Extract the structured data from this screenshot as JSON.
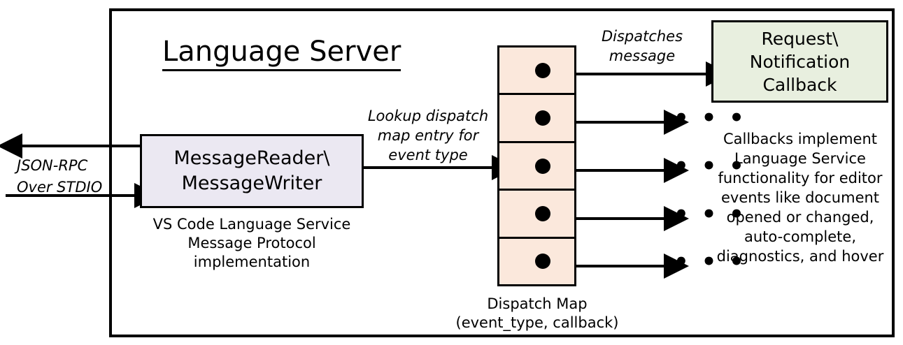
{
  "diagram": {
    "title": "Language Server",
    "frame_label": "language-server-boundary"
  },
  "reader": {
    "line1": "MessageReader\\",
    "line2": "MessageWriter",
    "caption_line1": "VS Code Language Service",
    "caption_line2": "Message Protocol implementation",
    "fill": "#ebe8f2"
  },
  "callback": {
    "line1": "Request\\",
    "line2": "Notification",
    "line3": "Callback",
    "fill": "#e8efdf",
    "caption_line1": "Callbacks implement",
    "caption_line2": "Language Service",
    "caption_line3": "functionality for editor",
    "caption_line4": "events like document",
    "caption_line5": "opened or changed,",
    "caption_line6": "auto-complete,",
    "caption_line7": "diagnostics, and hover"
  },
  "dispatch_map": {
    "caption_line1": "Dispatch Map",
    "caption_line2": "(event_type, callback)",
    "fill": "#fbe8dc",
    "cells": [
      {
        "name": "dispatch-entry-1"
      },
      {
        "name": "dispatch-entry-2"
      },
      {
        "name": "dispatch-entry-3"
      },
      {
        "name": "dispatch-entry-4"
      },
      {
        "name": "dispatch-entry-5"
      }
    ]
  },
  "edges": {
    "jsonrpc_line1": "JSON-RPC",
    "jsonrpc_line2": "Over STDIO",
    "lookup_line1": "Lookup dispatch",
    "lookup_line2": "map entry for",
    "lookup_line3": "event type",
    "dispatches_line1": "Dispatches",
    "dispatches_line2": "message",
    "ellipsis": "• • •"
  }
}
